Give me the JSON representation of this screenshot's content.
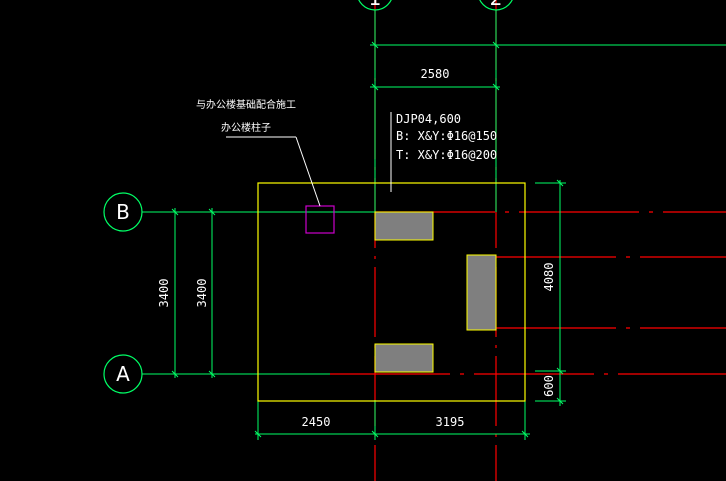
{
  "colors": {
    "background": "#000000",
    "dimension": "#00ff66",
    "axis_line": "#ff0000",
    "foundation_outline": "#ffff00",
    "column_fill": "#7f7f7f",
    "column_outline": "#ffff00",
    "office_column": "#cc00cc",
    "leader": "#ffffff",
    "text": "#ffffff"
  },
  "axes": {
    "col_1": "1",
    "col_2": "2",
    "row_b": "B",
    "row_a": "A"
  },
  "dimensions": {
    "top_span": "2580",
    "left_outer": "3400",
    "left_inner": "3400",
    "bottom_left": "2450",
    "bottom_right": "3195",
    "right_main": "4080",
    "right_small": "600"
  },
  "foundation_label": {
    "name": "DJP04,600",
    "bottom_rebar": "B: X&Y:Φ16@150",
    "top_rebar": "T: X&Y:Φ16@200"
  },
  "note": {
    "line1": "与办公楼基础配合施工",
    "line2": "办公楼柱子"
  }
}
